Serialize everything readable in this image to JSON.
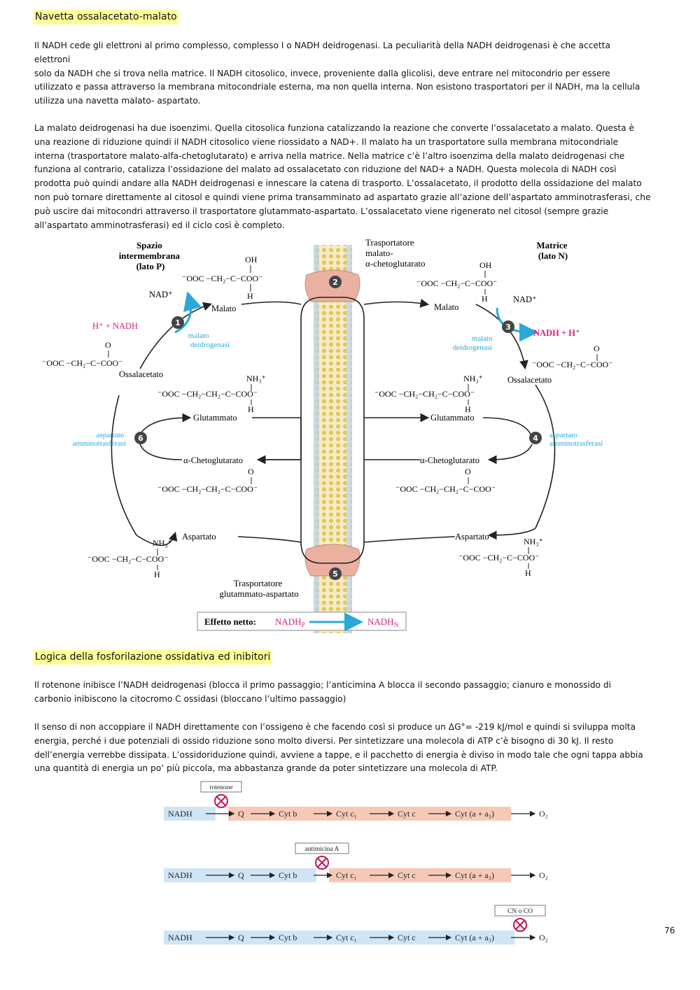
{
  "section1": {
    "heading": "Navetta ossalacetato-malato",
    "p1_lines": [
      "Il NADH cede gli elettroni al primo complesso, complesso I o NADH deidrogenasi. La peculiarità della NADH deidrogenasi è che accetta",
      "elettroni",
      "solo da NADH che si trova nella matrice. Il NADH citosolico, invece, proveniente dalla glicolisi, deve entrare nel mitocondrio per essere",
      "utilizzato e passa attraverso la membrana mitocondriale esterna, ma non quella interna. Non esistono trasportatori per il NADH, ma la cellula",
      "utilizza una navetta malato- aspartato."
    ],
    "p2_lines": [
      "La malato deidrogenasi ha due isoenzimi. Quella citosolica funziona catalizzando la reazione che converte l’ossalacetato a malato. Questa è",
      "una reazione di riduzione quindi il NADH citosolico viene riossidato a NAD+. Il malato ha un trasportatore sulla membrana mitocondriale",
      "interna (trasportatore malato-alfa-chetoglutarato) e arriva nella matrice. Nella matrice c’è l’altro isoenzima della malato deidrogenasi che",
      "funziona al contrario, catalizza l’ossidazione del malato ad ossalacetato con riduzione del NAD+ a NADH. Questa molecola di NADH così",
      "prodotta può quindi andare alla NADH deidrogenasi e innescare la catena di trasporto. L’ossalacetato, il prodotto della ossidazione del malato",
      "non può tornare direttamente al citosol e quindi viene prima transamminato ad aspartato grazie all’azione dell’aspartato amminotrasferasi, che",
      "può uscire dai mitocondri attraverso il trasportatore glutammato-aspartato. L’ossalacetato viene rigenerato nel citosol (sempre grazie",
      "all’aspartato amminotrasferasi) ed il ciclo così è completo."
    ]
  },
  "diagram": {
    "left_title": [
      "Spazio",
      "intermembrana",
      "(lato P)"
    ],
    "right_title": [
      "Matrice",
      "(lato N)"
    ],
    "transporter_top": [
      "Trasportatore",
      "malato-",
      "α-chetoglutarato"
    ],
    "transporter_bottom": [
      "Trasportatore",
      "glutammato-aspartato"
    ],
    "malato": "Malato",
    "ossalacetato": "Ossalacetato",
    "glutammato": "Glutammato",
    "chetoglutarato": "α-Chetoglutarato",
    "aspartato": "Aspartato",
    "nad": "NAD⁺",
    "h_nadh": "H⁺ + NADH",
    "nadh_h": "NADH  + H⁺",
    "enzyme_mdh": [
      "malato",
      "deidrogenasi"
    ],
    "enzyme_asp": [
      "aspartato",
      "amminotrasferasi"
    ],
    "steps": [
      "1",
      "2",
      "3",
      "4",
      "5",
      "6"
    ],
    "net_label": "Effetto netto:",
    "net_from": "NADH",
    "net_from_sub": "P",
    "net_to": "NADH",
    "net_to_sub": "N",
    "colors": {
      "cyan": "#2aa8d8",
      "magenta": "#d6207e",
      "membrane": "#e8d27a",
      "transporter": "#e8a998"
    }
  },
  "section2": {
    "heading": "Logica della fosforilazione ossidativa ed inibitori",
    "p1_lines": [
      "Il rotenone inibisce l’NADH deidrogenasi (blocca il primo passaggio; l’anticimina A blocca il secondo passaggio; cianuro e monossido di",
      "carbonio inibiscono la citocromo C ossidasi (bloccano l’ultimo passaggio)"
    ],
    "p2_lines": [
      "Il senso di non accoppiare il NADH direttamente con l’ossigeno è che facendo così si produce un ΔG°= -219 kJ/mol e quindi si sviluppa molta",
      "energia, perché i due potenziali di ossido riduzione sono molto diversi. Per sintetizzare una molecola di ATP c’è bisogno di 30 kJ. Il resto",
      "dell’energia verrebbe dissipata. L’ossidoriduzione quindi, avviene a tappe, e il pacchetto di energia è diviso in modo tale che ogni tappa abbia",
      "una quantità di energia un po’ più piccola, ma abbastanza grande da poter sintetizzare una molecola di ATP."
    ]
  },
  "chain": {
    "inhibitors": [
      "rotenone",
      "antimicina A",
      "CN    o    CO"
    ],
    "nodes": [
      "NADH",
      "Q",
      "Cyt b",
      "Cyt c₁",
      "Cyt c",
      "Cyt (a + a₃)",
      "O₂"
    ]
  },
  "page_number": "76"
}
